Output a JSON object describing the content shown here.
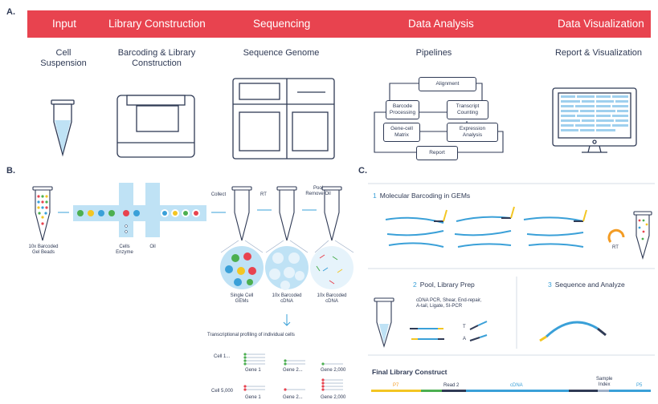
{
  "panels": {
    "a": "A.",
    "b": "B.",
    "c": "C."
  },
  "header": {
    "steps": [
      "Input",
      "Library Construction",
      "Sequencing",
      "Data Analysis",
      "Data Visualization"
    ],
    "color": "#e8434f"
  },
  "subtitles": {
    "input": "Cell\nSuspension",
    "library": "Barcoding & Library\nConstruction",
    "sequencing": "Sequence Genome",
    "analysis": "Pipelines",
    "visualization": "Report & Visualization"
  },
  "pipeline": {
    "alignment": "Alignment",
    "barcode": "Barcode\nProcessing",
    "transcript": "Transcript\nCounting",
    "genecell": "Gene-cell\nMatrix",
    "expression": "Expression\nAnalysis",
    "report": "Report"
  },
  "workflow_b": {
    "gel_beads": "10x Barcoded\nGel Beads",
    "cells_enzyme": "Cells\nEnzyme",
    "oil": "Oil",
    "collect": "Collect",
    "rt": "RT",
    "pool": "Pool\nRemove Oil",
    "single_cell": "Single Cell\nGEMs",
    "barcoded_cdna_1": "10x Barcoded\ncDNA",
    "barcoded_cdna_2": "10x Barcoded\ncDNA",
    "profiling": "Transcriptional profiling of individual cells",
    "cell1": "Cell 1...",
    "cell5000": "Cell 5,000",
    "genes": [
      "Gene 1",
      "Gene 2...",
      "Gene 2,000"
    ]
  },
  "workflow_c": {
    "step1_num": "1",
    "step1": "Molecular Barcoding in GEMs",
    "rt": "RT",
    "step2_num": "2",
    "step2": "Pool, Library Prep",
    "step2_detail": "cDNA PCR, Shear, End-repair,\nA-tail, Ligate, SI-PCR",
    "t": "T",
    "a": "A",
    "step3_num": "3",
    "step3": "Sequence and Analyze",
    "final": "Final Library Construct",
    "segments": {
      "p7": "P7",
      "read2": "Read 2",
      "cdna": "cDNA",
      "sample_index": "Sample\nIndex",
      "p5": "P5"
    }
  },
  "colors": {
    "accent": "#e8434f",
    "dark": "#2f3a55",
    "blue": "#3aa0d8",
    "light_blue": "#9fd0ee",
    "yellow": "#f3c623",
    "green": "#4caf50",
    "orange": "#f39c24"
  }
}
